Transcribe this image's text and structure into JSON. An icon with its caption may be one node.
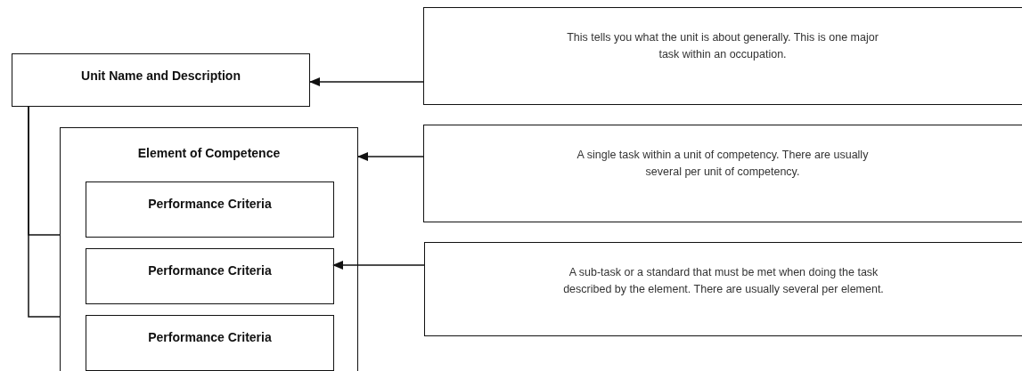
{
  "diagram": {
    "nodes": [
      {
        "text": [
          "Unit Name and Description"
        ]
      },
      {
        "text": [
          "Element of Competence"
        ]
      },
      {
        "text": [
          "Performance Criteria"
        ],
        "in": 1
      },
      {
        "text": [
          "Performance Criteria"
        ],
        "in": 1
      },
      {
        "text": [
          "Performance Criteria"
        ],
        "in": 1
      },
      {
        "text": [
          "This tells you what the unit is about generally. This is one major task within an occupation."
        ]
      },
      {
        "text": [
          "A single task within a unit of competency. There are usually several per unit of competency."
        ]
      },
      {
        "text": [
          "A sub-task or a standard that must be met when doing the task described by the element. There are usually several per element."
        ]
      }
    ],
    "edges": [
      {
        "from": 0,
        "to": 1,
        "arrow": "none"
      },
      {
        "from": 0,
        "to": 1,
        "arrow": "none"
      },
      {
        "from": 5,
        "to": 0,
        "arrow": "to"
      },
      {
        "from": 6,
        "to": 1,
        "arrow": "to"
      },
      {
        "from": 7,
        "to": 3,
        "arrow": "to"
      }
    ]
  }
}
